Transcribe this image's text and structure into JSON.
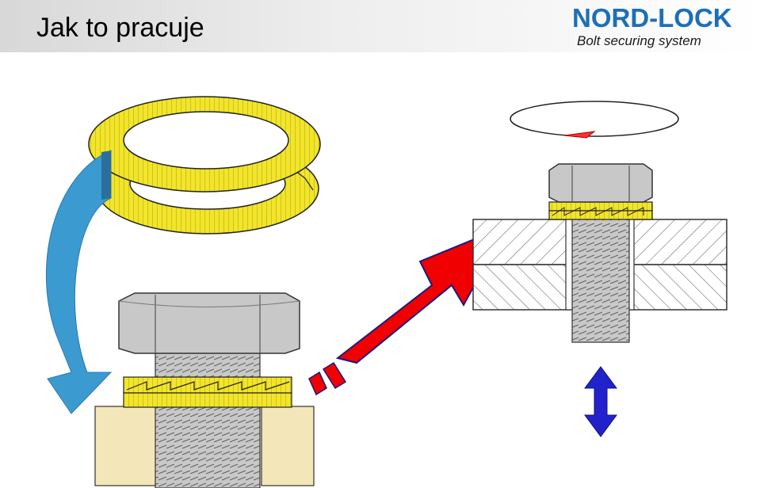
{
  "header": {
    "title": "Jak to pracuje"
  },
  "logo": {
    "wordmark": "NORD-LOCK",
    "tagline": "Bolt securing system"
  },
  "colors": {
    "washer_yellow": "#f2e52a",
    "bolt_gray": "#c8c8c8",
    "material_tan": "#f3e6b8",
    "red_arrow": "#f00000",
    "blue_curved_arrow": "#3b9ad0",
    "blue_double_arrow": "#2222cc",
    "brand_blue": "#1d6fb8"
  }
}
